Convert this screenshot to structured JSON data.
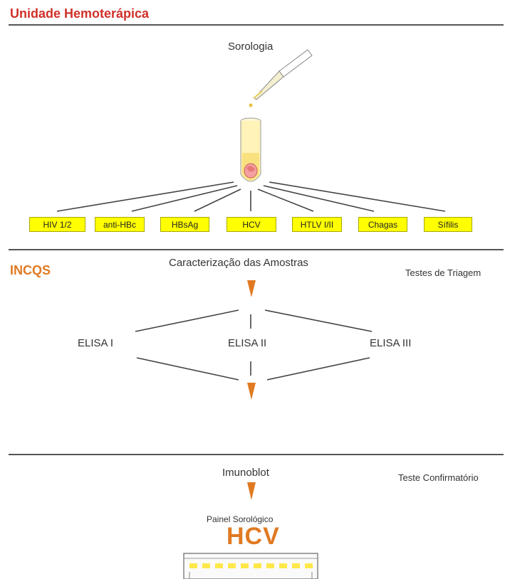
{
  "header": {
    "title": "Unidade Hemoterápica"
  },
  "sorologia": {
    "label": "Sorologia",
    "tests": [
      "HIV 1/2",
      "anti-HBc",
      "HBsAg",
      "HCV",
      "HTLV I/II",
      "Chagas",
      "Sífilis"
    ]
  },
  "incqs": {
    "title": "INCQS",
    "caracterizacao_label": "Caracterização das Amostras",
    "triagem_label": "Testes de Triagem",
    "elisa": [
      "ELISA I",
      "ELISA II",
      "ELISA III"
    ]
  },
  "confirmatorio": {
    "imunoblot_label": "Imunoblot",
    "confirmatorio_label": "Teste Confirmatório",
    "painel_label": "Painel Sorológico",
    "hcv_label": "HCV"
  },
  "colors": {
    "header_red": "#d0302a",
    "accent_orange": "#e07a22",
    "marker_yellow": "#ffff00"
  }
}
